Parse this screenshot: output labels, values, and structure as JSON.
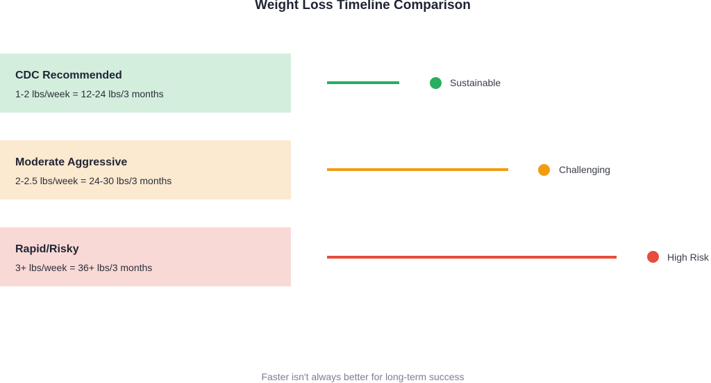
{
  "title": "Weight Loss Timeline Comparison",
  "rows": [
    {
      "name": "CDC Recommended",
      "description": "1-2 lbs/week = 12-24 lbs/3 months",
      "status": "Sustainable",
      "box_color": "#d4eede",
      "line_color": "#27ae60",
      "dot_color": "#27ae60"
    },
    {
      "name": "Moderate Aggressive",
      "description": "2-2.5 lbs/week = 24-30 lbs/3 months",
      "status": "Challenging",
      "box_color": "#fbe9d0",
      "line_color": "#f39c12",
      "dot_color": "#f39c12"
    },
    {
      "name": "Rapid/Risky",
      "description": "3+ lbs/week = 36+ lbs/3 months",
      "status": "High Risk",
      "box_color": "#f9d9d6",
      "line_color": "#e74c3c",
      "dot_color": "#e74c3c"
    }
  ],
  "footer": "Faster isn't always better for long-term success"
}
